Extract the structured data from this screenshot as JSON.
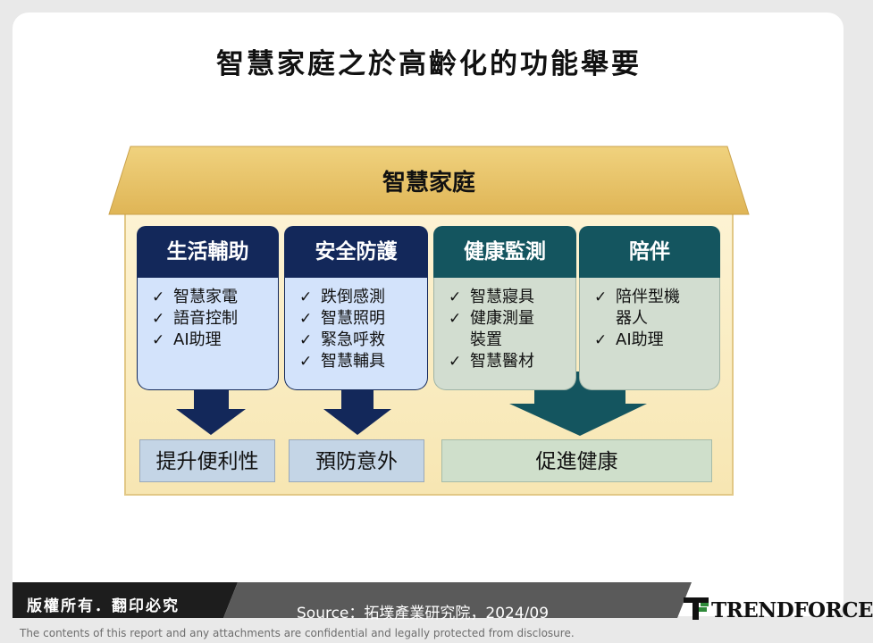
{
  "title": "智慧家庭之於高齡化的功能舉要",
  "roof": {
    "label": "智慧家庭"
  },
  "columns": [
    {
      "heading": "生活輔助",
      "items": [
        "智慧家電",
        "語音控制",
        "AI助理"
      ]
    },
    {
      "heading": "安全防護",
      "items": [
        "跌倒感測",
        "智慧照明",
        "緊急呼救",
        "智慧輔具"
      ]
    },
    {
      "heading": "健康監測",
      "items": [
        "智慧寢具",
        "健康測量\n裝置",
        "智慧醫材"
      ]
    },
    {
      "heading": "陪伴",
      "items": [
        "陪伴型機\n器人",
        "AI助理"
      ]
    }
  ],
  "check_mark": "✓",
  "results": [
    "提升便利性",
    "預防意外",
    "促進健康"
  ],
  "footer": {
    "copyright": "版權所有．翻印必究",
    "source": "Source：拓墣產業研究院，2024/09",
    "brand": "TRENDFORCE",
    "disclaimer": "The contents of this report and any attachments are confidential and legally protected from disclosure."
  },
  "colors": {
    "roof": "#e7c36c",
    "house_body": "#fbefc6",
    "navy": "#13285a",
    "teal": "#14555f",
    "blue_box": "#d3e3fb",
    "green_box": "#d2ddd0",
    "blue_result": "#c4d5e6",
    "green_result": "#cfdfcb"
  }
}
